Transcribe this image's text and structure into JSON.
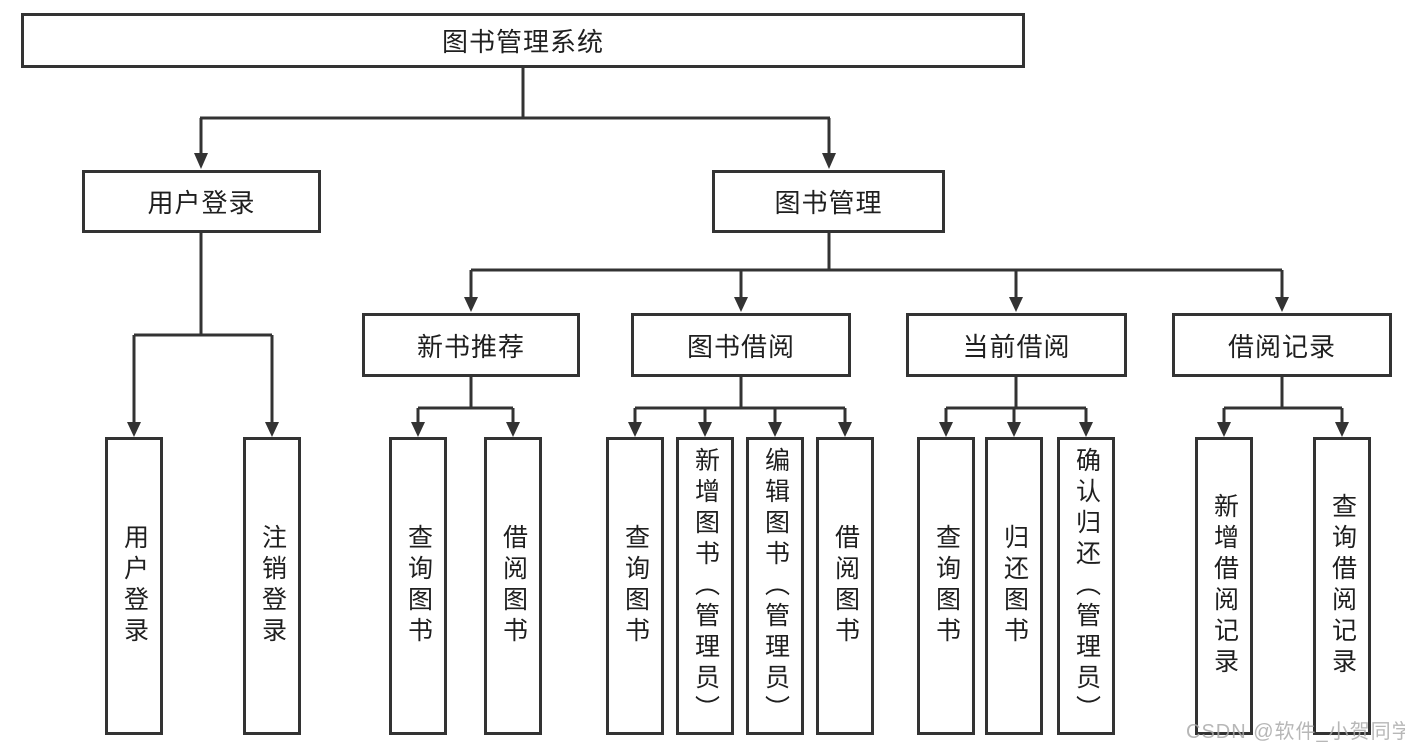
{
  "diagram": {
    "root": "图书管理系统",
    "level2": [
      "用户登录",
      "图书管理"
    ],
    "level3": [
      "新书推荐",
      "图书借阅",
      "当前借阅",
      "借阅记录"
    ],
    "leaves": [
      "用户登录",
      "注销登录",
      "查询图书",
      "借阅图书",
      "查询图书",
      "新增图书（管理员）",
      "编辑图书（管理员）",
      "借阅图书",
      "查询图书",
      "归还图书",
      "确认归还（管理员）",
      "新增借阅记录",
      "查询借阅记录"
    ],
    "colors": {
      "line": "#333333",
      "text": "#1f1f1f",
      "box_fill": "#ffffff",
      "watermark": "#aaaaaa",
      "background": "#ffffff"
    }
  },
  "watermark": {
    "text": "CSDN @软件_小贺同学"
  }
}
